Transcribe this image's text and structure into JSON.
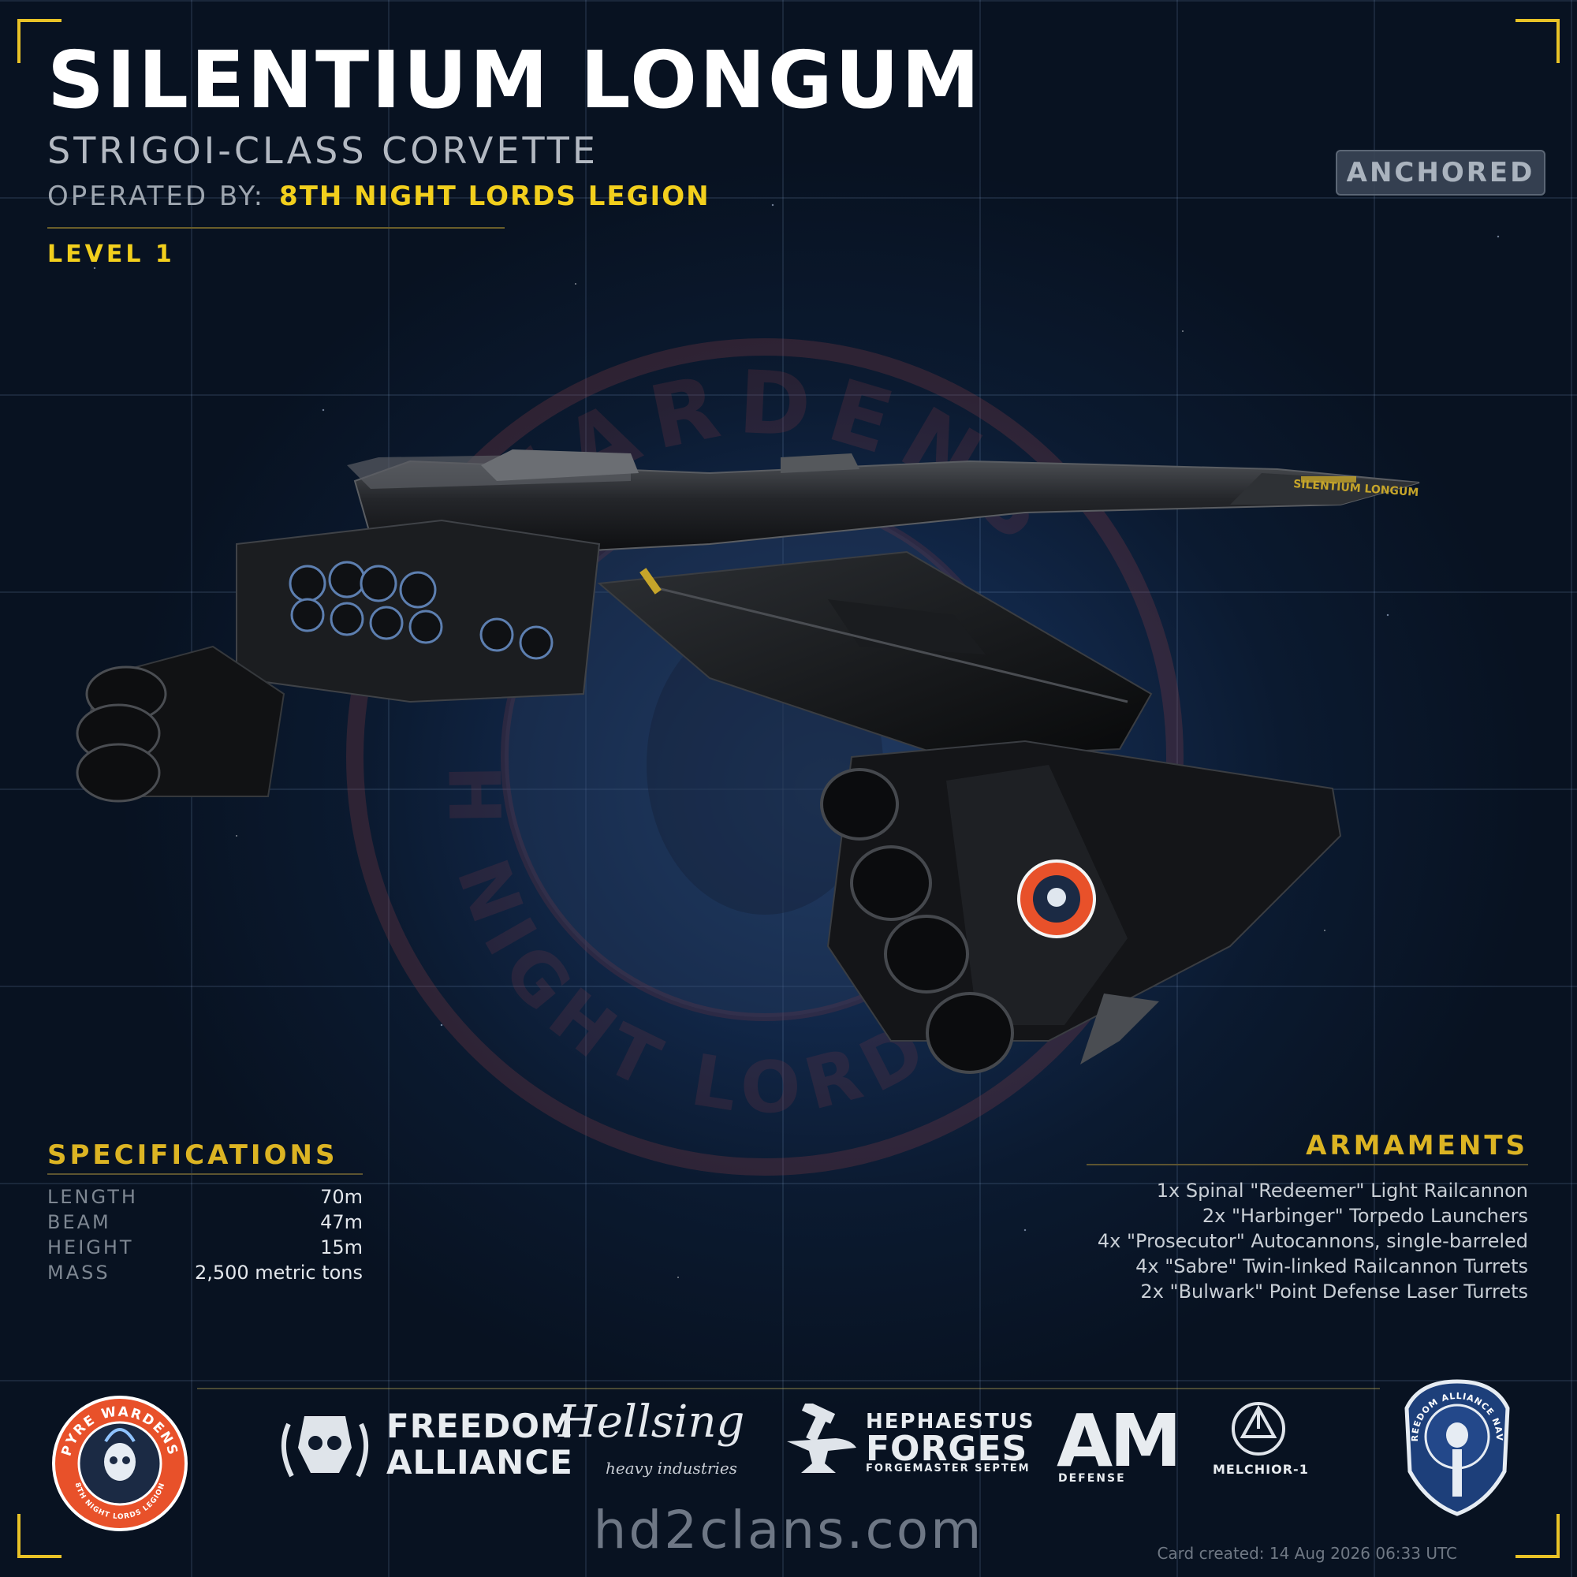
{
  "ship": {
    "name": "SILENTIUM LONGUM",
    "class": "STRIGOI-CLASS CORVETTE",
    "operator_label": "OPERATED BY:",
    "operator": "8TH NIGHT LORDS LEGION",
    "level": "LEVEL 1",
    "status": "ANCHORED",
    "hull_text": "SILENTIUM LONGUM"
  },
  "watermark": {
    "top_text": "WARDENS",
    "bottom_text": "8TH NIGHT LORDS LEGION"
  },
  "specifications": {
    "title": "SPECIFICATIONS",
    "rows": [
      {
        "label": "LENGTH",
        "value": "70m"
      },
      {
        "label": "BEAM",
        "value": "47m"
      },
      {
        "label": "HEIGHT",
        "value": "15m"
      },
      {
        "label": "MASS",
        "value": "2,500 metric tons"
      }
    ]
  },
  "armaments": {
    "title": "ARMAMENTS",
    "items": [
      "1x Spinal \"Redeemer\" Light Railcannon",
      "2x \"Harbinger\" Torpedo Launchers",
      "4x \"Prosecutor\" Autocannons, single-barreled",
      "4x \"Sabre\" Twin-linked Railcannon Turrets",
      "2x \"Bulwark\" Point Defense Laser Turrets"
    ]
  },
  "logos": {
    "pyre_wardens": {
      "top": "PYRE WARDENS",
      "bottom": "8TH NIGHT LORDS LEGION"
    },
    "freedom_alliance": {
      "line1": "FREEDOM",
      "line2": "ALLIANCE"
    },
    "hellsing": {
      "line1": "Hellsing",
      "line2": "heavy industries"
    },
    "hephaestus": {
      "line1": "HEPHAESTUS",
      "line2": "FORGES",
      "line3": "FORGEMASTER SEPTEM"
    },
    "am_defense": {
      "mark": "AM",
      "sub": "DEFENSE"
    },
    "melchior": {
      "name": "MELCHIOR-1"
    },
    "navy": {
      "ring": "FREEDOM ALLIANCE NAVY"
    }
  },
  "footer": {
    "site": "hd2clans.com",
    "created": "Card created: 14 Aug 2026 06:33 UTC"
  },
  "colors": {
    "accent": "#f2cf1d",
    "section_title": "#dcb423",
    "background": "#0a1423",
    "emblem_orange": "#e8512a"
  }
}
